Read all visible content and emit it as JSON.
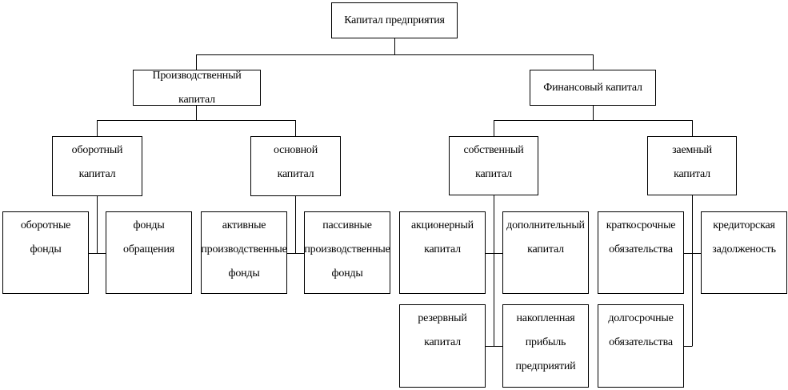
{
  "nodes": {
    "root": "Капитал предприятия",
    "production_capital": "Производственный капитал",
    "financial_capital": "Финансовый капитал",
    "working_capital": "оборотный капитал",
    "fixed_capital": "основной капитал",
    "own_capital": "собственный\nкапитал",
    "borrowed_capital": "заемный\nкапитал",
    "working_funds": "оборотные\nфонды",
    "circulation_funds": "фонды\nобращения",
    "active_funds": "активные\nпроизводственные\nфонды",
    "passive_funds": "пассивные\nпроизводственные\nфонды",
    "share_capital": "акционерный\nкапитал",
    "additional_capital": "дополнительный\nкапитал",
    "reserve_capital": "резервный\nкапитал",
    "retained_profit": "накопленная\nприбыль\nпредприятий",
    "short_term": "краткосрочные\nобязательства",
    "payables": "кредиторская\nзадолженость",
    "long_term": "долгосрочные\nобязательства"
  }
}
